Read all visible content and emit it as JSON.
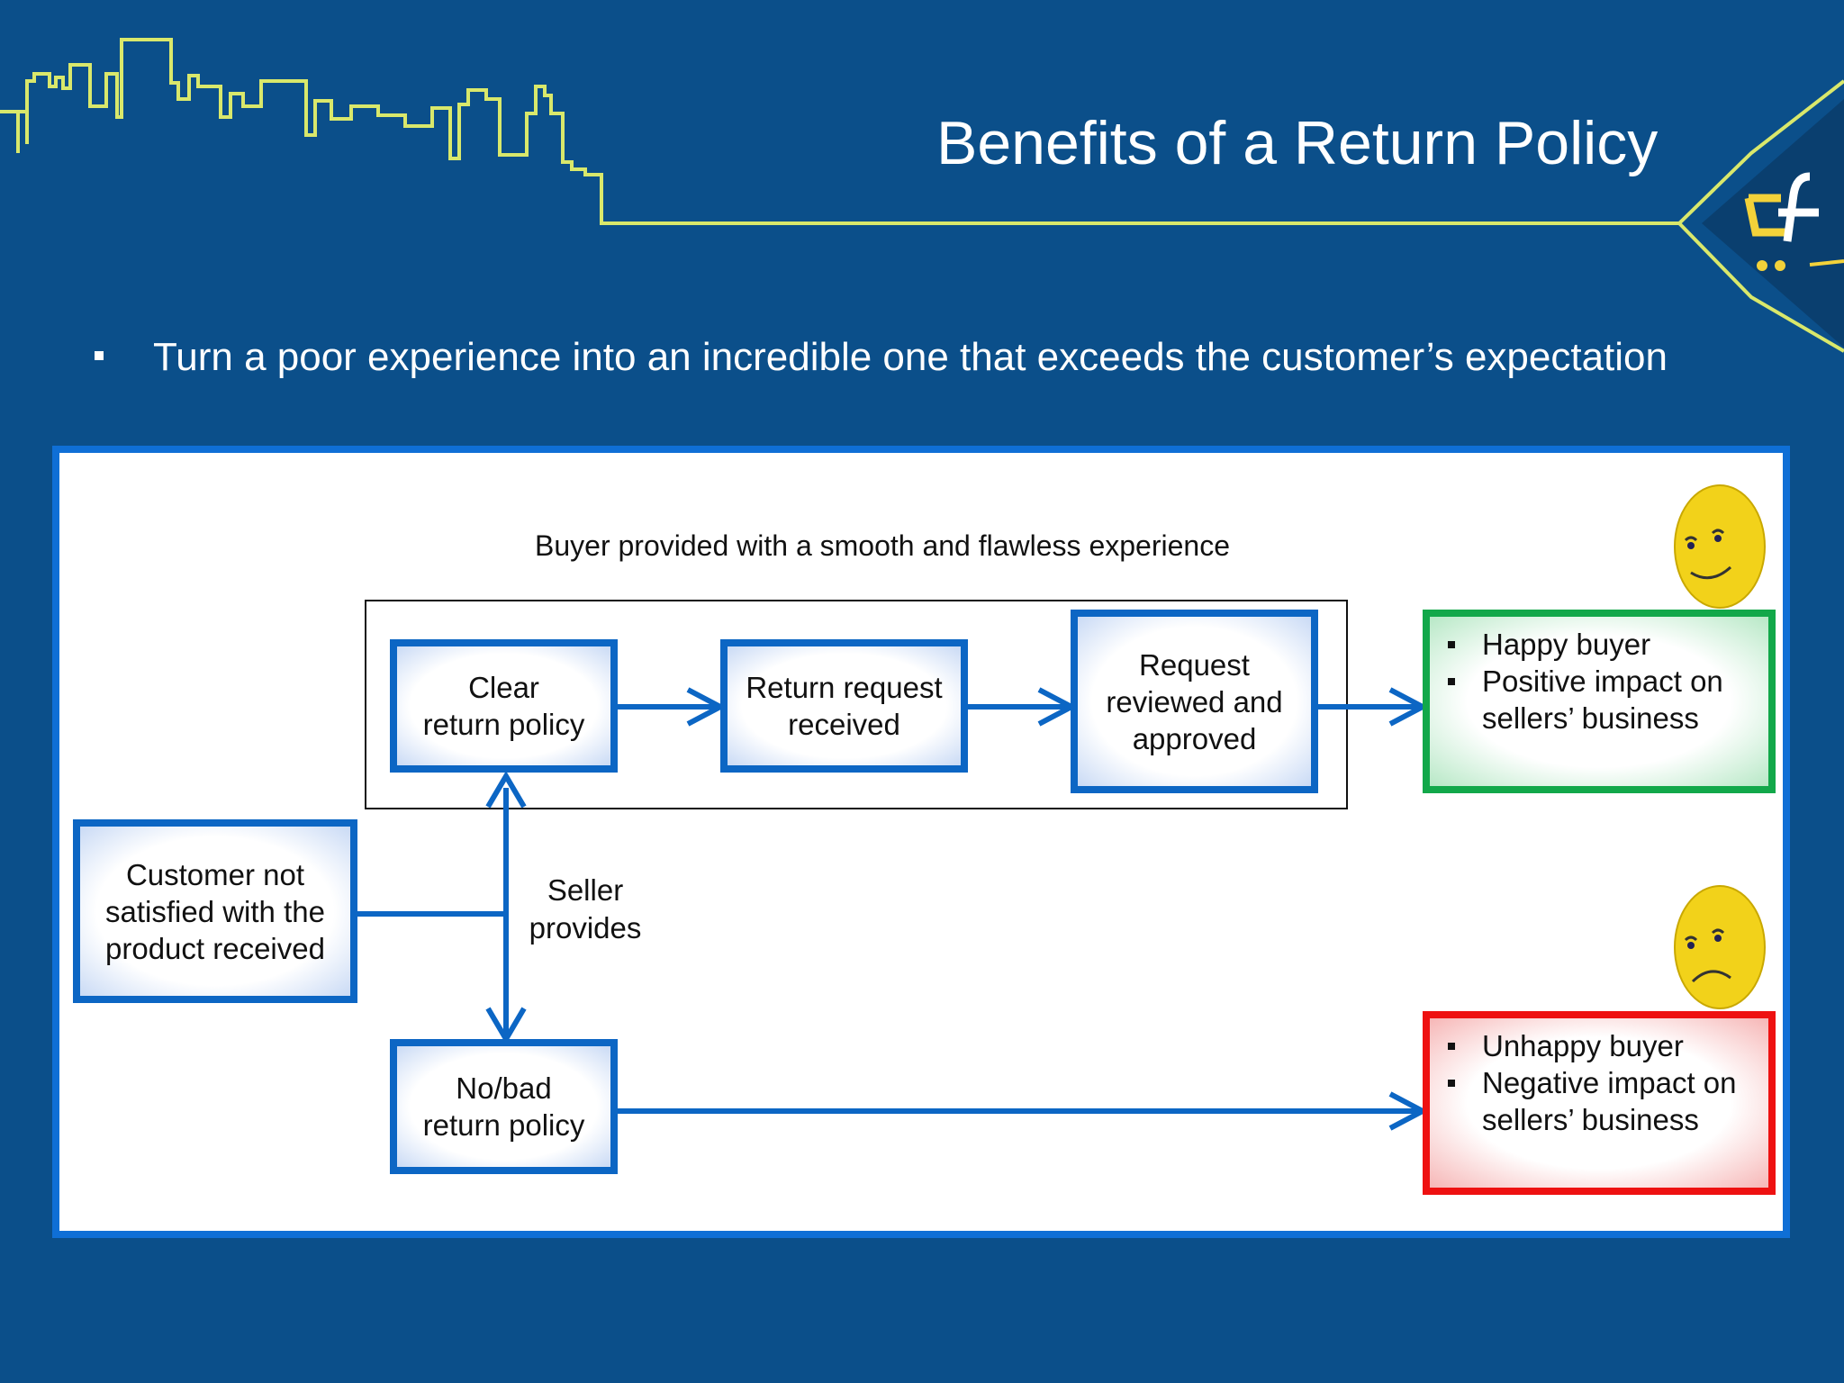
{
  "slide": {
    "title": "Benefits of a Return Policy",
    "bullet": "Turn a poor experience into an incredible one that exceeds the customer’s expectation"
  },
  "diagram": {
    "caption": "Buyer provided with a smooth and flawless experience",
    "nodes": {
      "customer": "Customer not\nsatisfied with the\nproduct received",
      "clear_policy": "Clear\nreturn policy",
      "return_request": "Return request\nreceived",
      "request_reviewed": "Request\nreviewed and\napproved",
      "bad_policy": "No/bad\nreturn policy"
    },
    "edge_label": "Seller\nprovides",
    "happy": [
      "Happy buyer",
      "Positive impact on\nsellers’ business"
    ],
    "unhappy": [
      "Unhappy buyer",
      "Negative impact on\nsellers’ business"
    ]
  },
  "colors": {
    "background": "#0b4f8a",
    "accent_line": "#d9e86b",
    "box_border": "#0c66c4",
    "happy_border": "#12a84a",
    "unhappy_border": "#ee1111"
  },
  "icons": [
    "skyline-icon",
    "logo-icon",
    "happy-face-icon",
    "sad-face-icon"
  ]
}
